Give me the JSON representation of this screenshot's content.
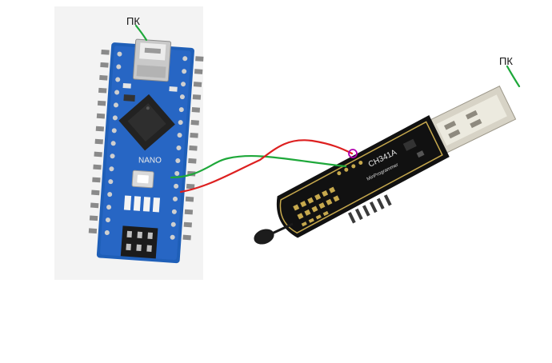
{
  "labels": {
    "pc_left": "ПК",
    "pc_right": "ПК"
  },
  "arduino": {
    "board_text": "NANO",
    "colors": {
      "pcb": "#1f5fb8",
      "pcb_dark": "#174c94"
    }
  },
  "programmer": {
    "title": "CH341A",
    "subtitle": "MinProgrammer",
    "colors": {
      "pcb": "#111111",
      "gold": "#c7a94d",
      "usb_metal": "#d7d3c6"
    }
  },
  "wires": {
    "colors": {
      "green": "#1ea83a",
      "red": "#dd2020",
      "highlight": "#b000b0"
    }
  }
}
